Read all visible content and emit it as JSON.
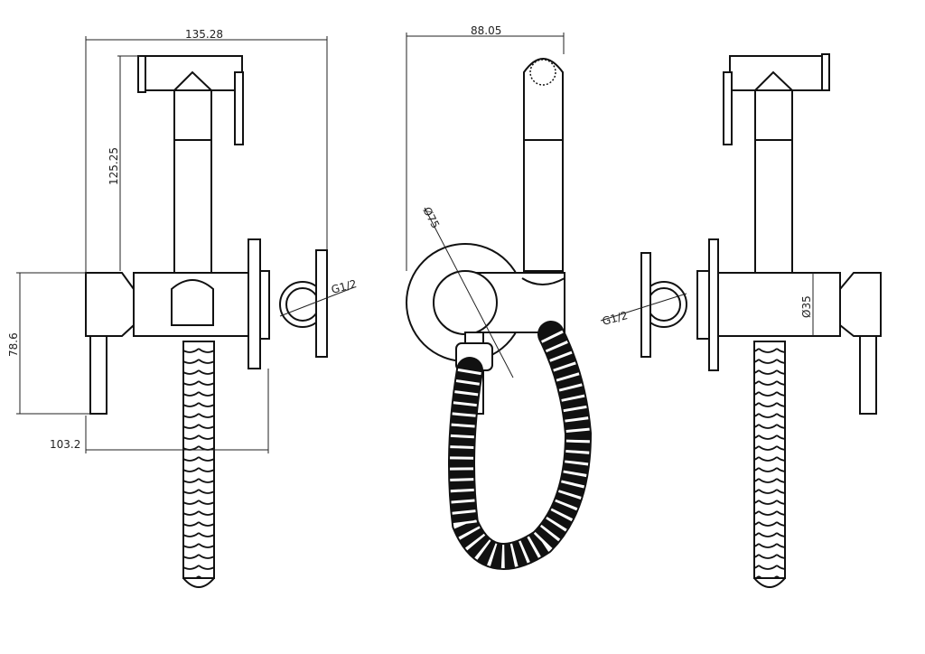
{
  "drawing": {
    "title": "Bidet sprayer set technical drawing",
    "dimensions": {
      "left_width": "135.28",
      "left_height": "125.25",
      "left_body": "78.6",
      "left_depth": "103.2",
      "left_thread": "G1/2",
      "middle_width": "88.05",
      "middle_plate_dia": "Ø75",
      "right_body_dia": "Ø35",
      "right_thread": "G1/2"
    }
  }
}
